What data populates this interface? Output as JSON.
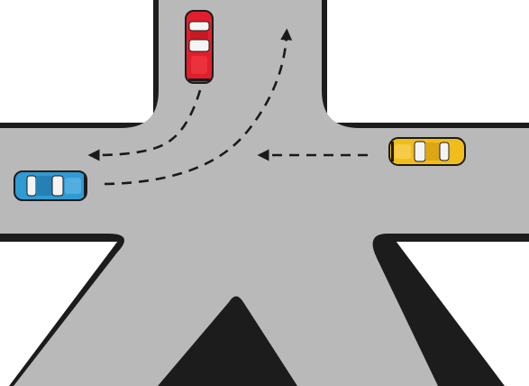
{
  "colors": {
    "background": "#ffffff",
    "road": "#b9b9b9",
    "road_edge": "#1c1c1c",
    "arrow": "#1a1a1a",
    "red_car": "#e31e2c",
    "yellow_car": "#f2bd1c",
    "blue_car": "#2f9ad3",
    "car_glass": "#f4f4f4",
    "car_outline": "#1c1c1c"
  },
  "scene": {
    "roads": [
      "north-arm",
      "west-arm",
      "east-arm",
      "southwest-arm",
      "southeast-arm"
    ],
    "vehicles": [
      {
        "name": "red-car",
        "color": "red",
        "heading": "south",
        "position_word": "north-arm"
      },
      {
        "name": "yellow-car",
        "color": "yellow",
        "heading": "west",
        "position_word": "east-arm"
      },
      {
        "name": "blue-car",
        "color": "blue",
        "heading": "east",
        "position_word": "west-arm"
      }
    ],
    "paths": [
      {
        "name": "red-car-turn-path",
        "from": "north-arm",
        "to": "west-arm"
      },
      {
        "name": "blue-car-turn-path",
        "from": "west-arm",
        "to": "north-arm"
      },
      {
        "name": "yellow-car-straight-path",
        "from": "east-arm",
        "to": "west-arm"
      }
    ]
  }
}
